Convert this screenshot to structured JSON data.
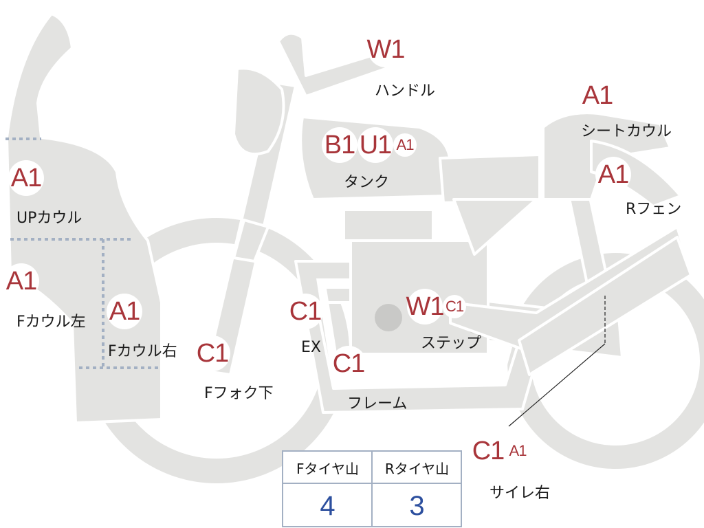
{
  "parts": [
    {
      "id": "handle",
      "label": "ハンドル",
      "codes": [
        "W1"
      ]
    },
    {
      "id": "tank",
      "label": "タンク",
      "codes": [
        "B1",
        "U1",
        "A1"
      ]
    },
    {
      "id": "seat-cowl",
      "label": "シートカウル",
      "codes": [
        "A1"
      ]
    },
    {
      "id": "r-fender",
      "label": "Rフェン",
      "codes": [
        "A1"
      ]
    },
    {
      "id": "up-cowl",
      "label": "UPカウル",
      "codes": [
        "A1"
      ]
    },
    {
      "id": "f-cowl-left",
      "label": "Fカウル左",
      "codes": [
        "A1"
      ]
    },
    {
      "id": "f-cowl-right",
      "label": "Fカウル右",
      "codes": [
        "A1"
      ]
    },
    {
      "id": "f-fork-lower",
      "label": "Fフォク下",
      "codes": [
        "C1"
      ]
    },
    {
      "id": "ex",
      "label": "EX",
      "codes": [
        "C1"
      ]
    },
    {
      "id": "frame",
      "label": "フレーム",
      "codes": [
        "C1"
      ]
    },
    {
      "id": "step",
      "label": "ステップ",
      "codes": [
        "W1",
        "C1"
      ]
    },
    {
      "id": "silencer-right",
      "label": "サイレ右",
      "codes": [
        "C1",
        "A1"
      ]
    }
  ],
  "tire_table": {
    "headers": [
      "Fタイヤ山",
      "Rタイヤ山"
    ],
    "values": [
      "4",
      "3"
    ]
  },
  "colors": {
    "code": "#a8353a",
    "value": "#2c4f9e",
    "bike": "#e3e3e1",
    "outline": "#a3b0c3"
  }
}
